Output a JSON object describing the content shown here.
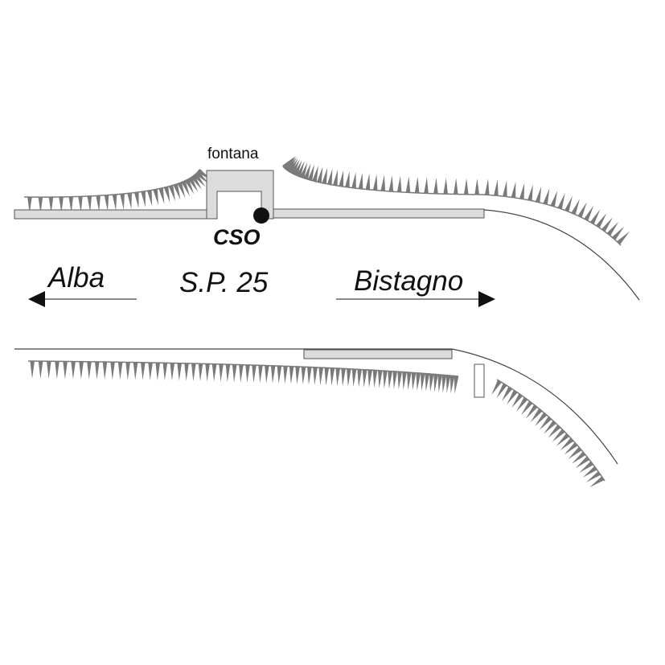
{
  "labels": {
    "fountain": "fontana",
    "point": "CSO",
    "road": "S.P. 25",
    "west": "Alba",
    "east": "Bistagno"
  },
  "colors": {
    "hachure": "#7a7a7a",
    "road_fill": "#dcdcdc",
    "line": "#555555",
    "marker": "#111111"
  }
}
